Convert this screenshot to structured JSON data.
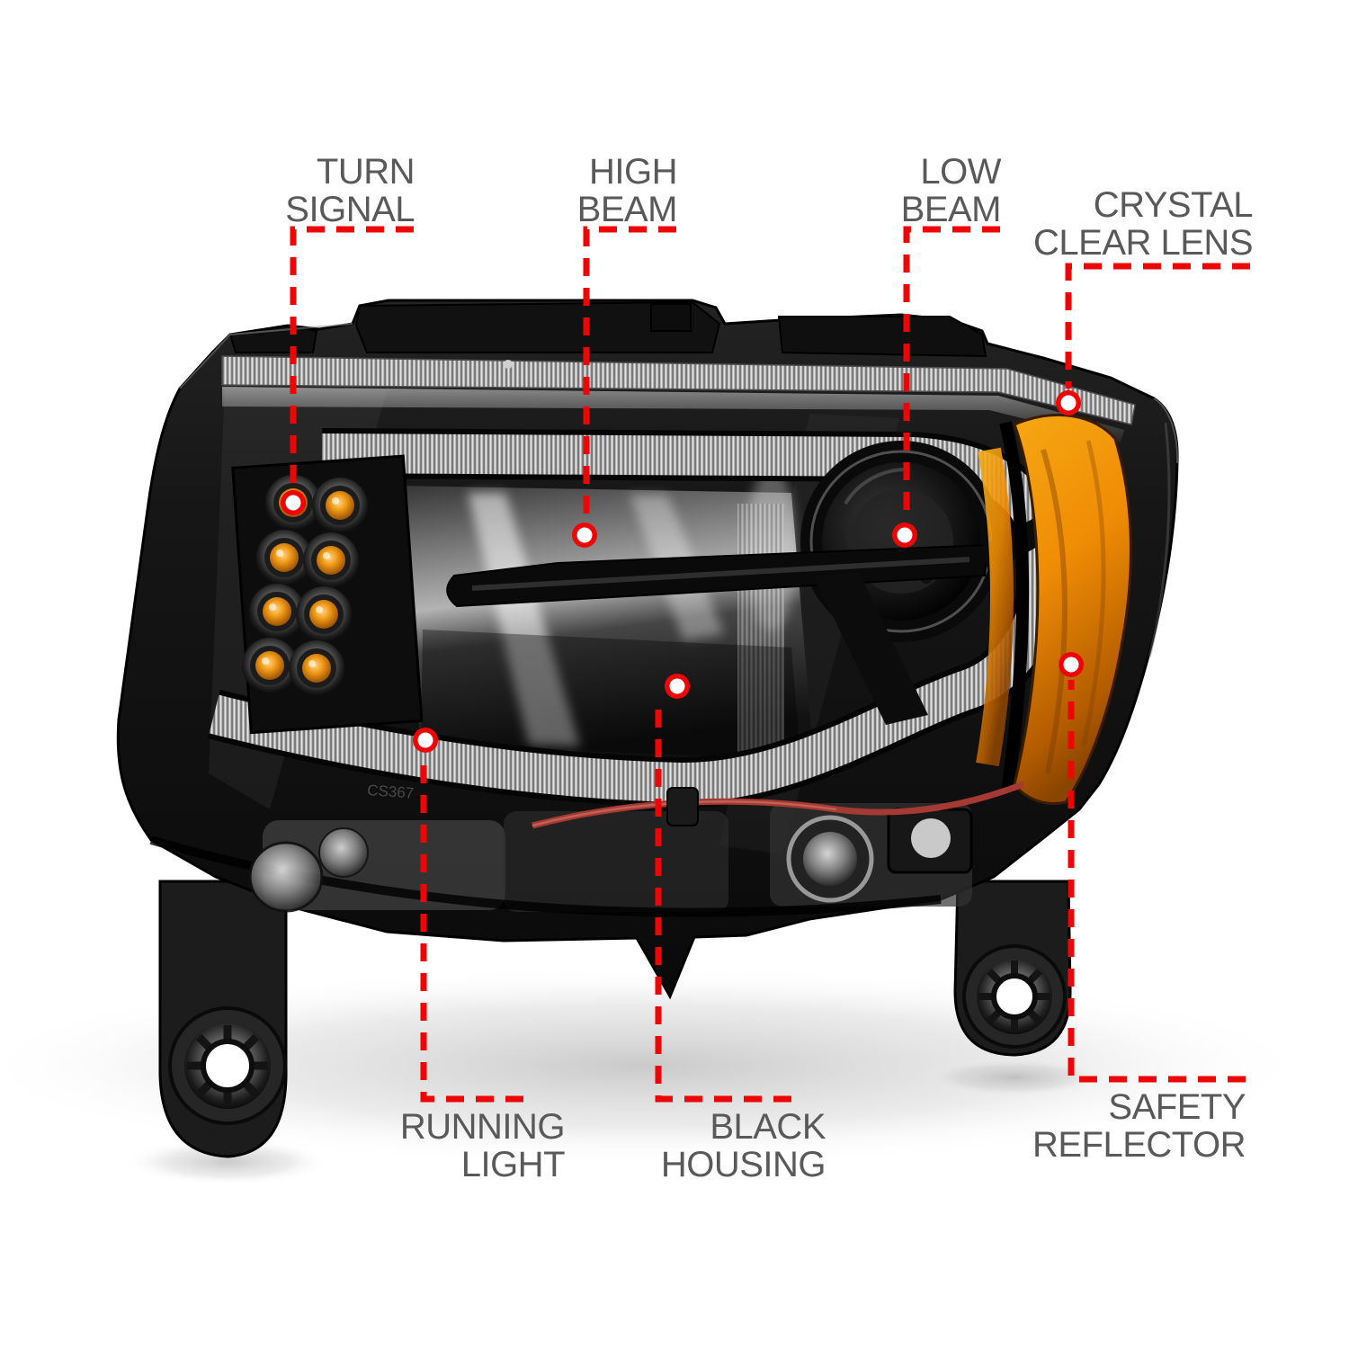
{
  "illustration": {
    "subject": "headlight-assembly-annotated",
    "molded_code": "CS367"
  },
  "colors": {
    "accent_red": "#EE0606",
    "label_gray": "#595959",
    "amber_led": "#F09A18",
    "amber_reflector": "#EF8C05",
    "housing_black": "#0C0C0C"
  },
  "callouts": [
    {
      "id": "turn-signal",
      "label": "TURN\nSIGNAL"
    },
    {
      "id": "high-beam",
      "label": "HIGH\nBEAM"
    },
    {
      "id": "low-beam",
      "label": "LOW\nBEAM"
    },
    {
      "id": "crystal-clear-lens",
      "label": "CRYSTAL\nCLEAR LENS"
    },
    {
      "id": "running-light",
      "label": "RUNNING\nLIGHT"
    },
    {
      "id": "black-housing",
      "label": "BLACK\nHOUSING"
    },
    {
      "id": "safety-reflector",
      "label": "SAFETY\nREFLECTOR"
    }
  ]
}
